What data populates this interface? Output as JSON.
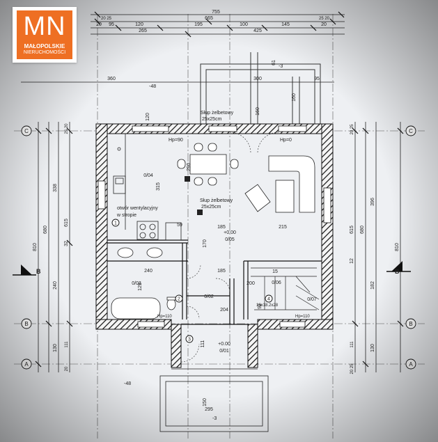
{
  "logo": {
    "monogram": "MN",
    "line1": "MAŁOPOLSKIE",
    "line2": "NIERUCHOMOŚCI"
  },
  "dimensions": {
    "top_total": "755",
    "top_row2": [
      "20 25",
      "665",
      "25 20"
    ],
    "top_row3": [
      "20",
      "95",
      "120",
      "195",
      "100",
      "145",
      "20"
    ],
    "top_row4": [
      "265",
      "425"
    ],
    "upper_row": [
      "360",
      "300",
      "95"
    ],
    "left_total": "810",
    "left_b": "680",
    "left_c": [
      "338",
      "240",
      "130"
    ],
    "left_d": [
      "615",
      "32"
    ],
    "left_small": [
      "25 20",
      "111",
      "20"
    ],
    "right_total": "810",
    "right_b": "680",
    "right_c": [
      "396",
      "182",
      "130"
    ],
    "right_d": [
      "615",
      "12"
    ],
    "right_small": [
      "20 25",
      "111",
      "20 25"
    ],
    "inner": [
      "185",
      "215",
      "170",
      "240",
      "185",
      "204",
      "200",
      "295",
      "150",
      "160",
      "120",
      "315",
      "290",
      "15",
      "59",
      "92",
      "129",
      "111",
      "160",
      "61"
    ]
  },
  "grid_axes": [
    "C",
    "B",
    "A"
  ],
  "rooms": [
    {
      "id": "0/04",
      "note": ""
    },
    {
      "id": "0/05",
      "note": "+0.00"
    },
    {
      "id": "0/03",
      "note": ""
    },
    {
      "id": "0/02",
      "note": ""
    },
    {
      "id": "0/06",
      "note": ""
    },
    {
      "id": "0/07",
      "note": ""
    },
    {
      "id": "0/01",
      "note": "+0.00"
    }
  ],
  "room_badges": [
    "1",
    "2",
    "3",
    "4"
  ],
  "labels": {
    "column1_a": "Słup żelbetowy",
    "column1_b": "25x25cm",
    "column2_a": "Słup żelbetowy",
    "column2_b": "25x25cm",
    "vent_a": "otwór wentylacyjny",
    "vent_b": "w stropie",
    "hp90": "Hp=90",
    "hp0": "Hp=0",
    "hp110_left": "Hp=110",
    "hp110_right": "Hp=110",
    "stairs": "16x18.2x28",
    "level_top": "-3",
    "level_top2": "-48",
    "level_bottom": "-48",
    "level_bottom2": "-3"
  },
  "section_marks": [
    "B",
    "B"
  ]
}
